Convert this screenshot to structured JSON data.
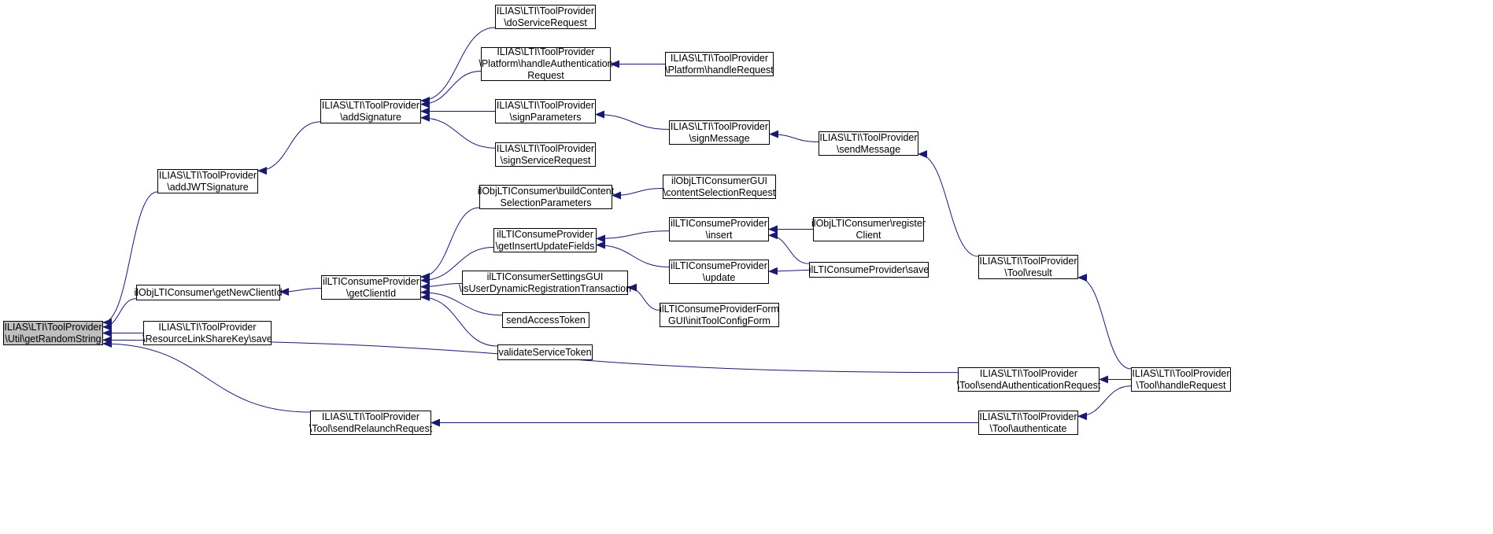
{
  "graph": {
    "edge_color": "#191970",
    "root_fill": "#bfbfbf",
    "nodes": [
      {
        "id": "getRandomString",
        "lines": [
          "ILIAS\\LTI\\ToolProvider",
          "\\Util\\getRandomString"
        ],
        "root": true
      },
      {
        "id": "addJWTSignature",
        "lines": [
          "ILIAS\\LTI\\ToolProvider",
          "\\addJWTSignature"
        ]
      },
      {
        "id": "getNewClientId",
        "lines": [
          "ilObjLTIConsumer\\getNewClientId"
        ]
      },
      {
        "id": "rlsk_save",
        "lines": [
          "ILIAS\\LTI\\ToolProvider",
          "\\ResourceLinkShareKey\\save"
        ]
      },
      {
        "id": "sendRelaunchRequest",
        "lines": [
          "ILIAS\\LTI\\ToolProvider",
          "\\Tool\\sendRelaunchRequest"
        ]
      },
      {
        "id": "addSignature",
        "lines": [
          "ILIAS\\LTI\\ToolProvider",
          "\\addSignature"
        ]
      },
      {
        "id": "getClientId",
        "lines": [
          "ilLTIConsumeProvider",
          "\\getClientId"
        ]
      },
      {
        "id": "doServiceRequest",
        "lines": [
          "ILIAS\\LTI\\ToolProvider",
          "\\doServiceRequest"
        ]
      },
      {
        "id": "platformHandleAuth",
        "lines": [
          "ILIAS\\LTI\\ToolProvider",
          "\\Platform\\handleAuthentication",
          "Request"
        ]
      },
      {
        "id": "signParameters",
        "lines": [
          "ILIAS\\LTI\\ToolProvider",
          "\\signParameters"
        ]
      },
      {
        "id": "signServiceRequest",
        "lines": [
          "ILIAS\\LTI\\ToolProvider",
          "\\signServiceRequest"
        ]
      },
      {
        "id": "buildContentSelection",
        "lines": [
          "ilObjLTIConsumer\\buildContent",
          "SelectionParameters"
        ]
      },
      {
        "id": "getInsertUpdateFields",
        "lines": [
          "ilLTIConsumeProvider",
          "\\getInsertUpdateFields"
        ]
      },
      {
        "id": "isUserDynamic",
        "lines": [
          "ilLTIConsumerSettingsGUI",
          "\\isUserDynamicRegistrationTransaction"
        ]
      },
      {
        "id": "sendAccessToken",
        "lines": [
          "sendAccessToken"
        ]
      },
      {
        "id": "validateServiceToken",
        "lines": [
          "validateServiceToken"
        ]
      },
      {
        "id": "platformHandleRequest",
        "lines": [
          "ILIAS\\LTI\\ToolProvider",
          "\\Platform\\handleRequest"
        ]
      },
      {
        "id": "signMessage",
        "lines": [
          "ILIAS\\LTI\\ToolProvider",
          "\\signMessage"
        ]
      },
      {
        "id": "contentSelectionRequest",
        "lines": [
          "ilObjLTIConsumerGUI",
          "\\contentSelectionRequest"
        ]
      },
      {
        "id": "insert",
        "lines": [
          "ilLTIConsumeProvider",
          "\\insert"
        ]
      },
      {
        "id": "update",
        "lines": [
          "ilLTIConsumeProvider",
          "\\update"
        ]
      },
      {
        "id": "initToolConfigForm",
        "lines": [
          "ilLTIConsumeProviderForm",
          "GUI\\initToolConfigForm"
        ]
      },
      {
        "id": "sendMessage",
        "lines": [
          "ILIAS\\LTI\\ToolProvider",
          "\\sendMessage"
        ]
      },
      {
        "id": "registerClient",
        "lines": [
          "ilObjLTIConsumer\\register",
          "Client"
        ]
      },
      {
        "id": "provider_save",
        "lines": [
          "ilLTIConsumeProvider\\save"
        ]
      },
      {
        "id": "toolResult",
        "lines": [
          "ILIAS\\LTI\\ToolProvider",
          "\\Tool\\result"
        ]
      },
      {
        "id": "sendAuthRequest",
        "lines": [
          "ILIAS\\LTI\\ToolProvider",
          "\\Tool\\sendAuthenticationRequest"
        ]
      },
      {
        "id": "toolAuthenticate",
        "lines": [
          "ILIAS\\LTI\\ToolProvider",
          "\\Tool\\authenticate"
        ]
      },
      {
        "id": "toolHandleRequest",
        "lines": [
          "ILIAS\\LTI\\ToolProvider",
          "\\Tool\\handleRequest"
        ]
      }
    ],
    "edges": [
      {
        "from": "addJWTSignature",
        "to": "getRandomString"
      },
      {
        "from": "getNewClientId",
        "to": "getRandomString"
      },
      {
        "from": "rlsk_save",
        "to": "getRandomString"
      },
      {
        "from": "sendAuthRequest",
        "to": "getRandomString"
      },
      {
        "from": "sendRelaunchRequest",
        "to": "getRandomString"
      },
      {
        "from": "addSignature",
        "to": "addJWTSignature"
      },
      {
        "from": "getClientId",
        "to": "getNewClientId"
      },
      {
        "from": "doServiceRequest",
        "to": "addSignature"
      },
      {
        "from": "platformHandleAuth",
        "to": "addSignature"
      },
      {
        "from": "signParameters",
        "to": "addSignature"
      },
      {
        "from": "signServiceRequest",
        "to": "addSignature"
      },
      {
        "from": "buildContentSelection",
        "to": "getClientId"
      },
      {
        "from": "getInsertUpdateFields",
        "to": "getClientId"
      },
      {
        "from": "isUserDynamic",
        "to": "getClientId"
      },
      {
        "from": "sendAccessToken",
        "to": "getClientId"
      },
      {
        "from": "validateServiceToken",
        "to": "getClientId"
      },
      {
        "from": "platformHandleRequest",
        "to": "platformHandleAuth"
      },
      {
        "from": "signMessage",
        "to": "signParameters"
      },
      {
        "from": "sendMessage",
        "to": "signMessage"
      },
      {
        "from": "toolResult",
        "to": "sendMessage"
      },
      {
        "from": "toolHandleRequest",
        "to": "toolResult"
      },
      {
        "from": "contentSelectionRequest",
        "to": "buildContentSelection"
      },
      {
        "from": "insert",
        "to": "getInsertUpdateFields"
      },
      {
        "from": "update",
        "to": "getInsertUpdateFields"
      },
      {
        "from": "registerClient",
        "to": "insert"
      },
      {
        "from": "provider_save",
        "to": "insert"
      },
      {
        "from": "provider_save",
        "to": "update"
      },
      {
        "from": "initToolConfigForm",
        "to": "isUserDynamic"
      },
      {
        "from": "toolHandleRequest",
        "to": "sendAuthRequest"
      },
      {
        "from": "toolAuthenticate",
        "to": "sendRelaunchRequest"
      },
      {
        "from": "toolHandleRequest",
        "to": "toolAuthenticate"
      }
    ]
  }
}
